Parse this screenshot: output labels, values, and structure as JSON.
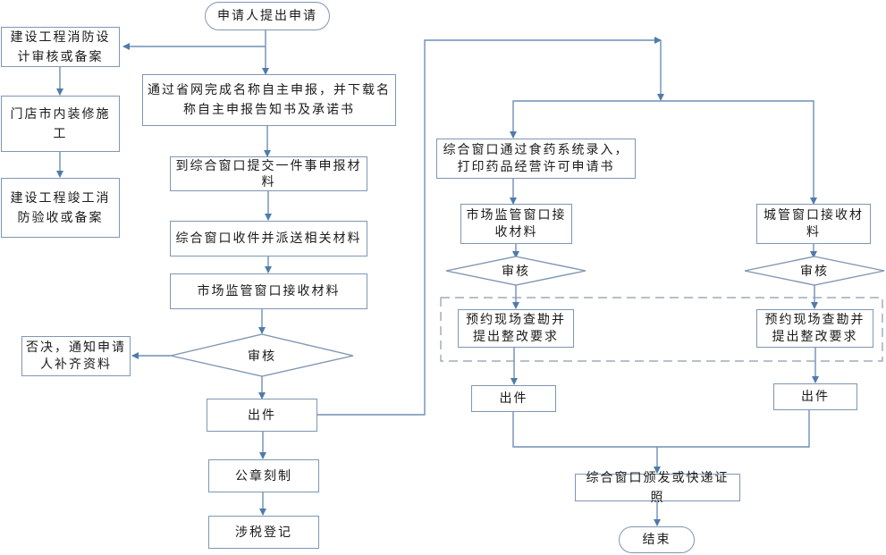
{
  "diagram": {
    "title": "门店开办审批流程",
    "colors": {
      "line": "#4f7bab",
      "border": "#7f96b3",
      "dashed": "#8a9aaa"
    },
    "nodes": {
      "start": "申请人提出申请",
      "fire_design": "建设工程消防设计审核或备案",
      "renovation": "门店市内装修施工",
      "fire_acceptance": "建设工程竣工消防验收或备案",
      "name_declare": "通过省网完成名称自主申报，并下载名称自主申报告知书及承诺书",
      "submit_materials": "到综合窗口提交一件事申报材料",
      "receive_dispatch": "综合窗口收件并派送相关材料",
      "market_receive": "市场监管窗口接收材料",
      "review_main": "审核",
      "reject": "否决，通知申请人补齐资料",
      "issue_main": "出件",
      "seal": "公章刻制",
      "tax": "涉税登记",
      "food_drug_entry": "综合窗口通过食药系统录入，打印药品经营许可申请书",
      "market_window": "市场监管窗口接收材料",
      "urban_window": "城管窗口接收材料",
      "review_market": "审核",
      "review_urban": "审核",
      "inspect_market": "预约现场查勘并提出整改要求",
      "inspect_urban": "预约现场查勘并提出整改要求",
      "issue_market": "出件",
      "issue_urban": "出件",
      "deliver": "综合窗口颁发或快递证照",
      "end": "结束"
    }
  }
}
